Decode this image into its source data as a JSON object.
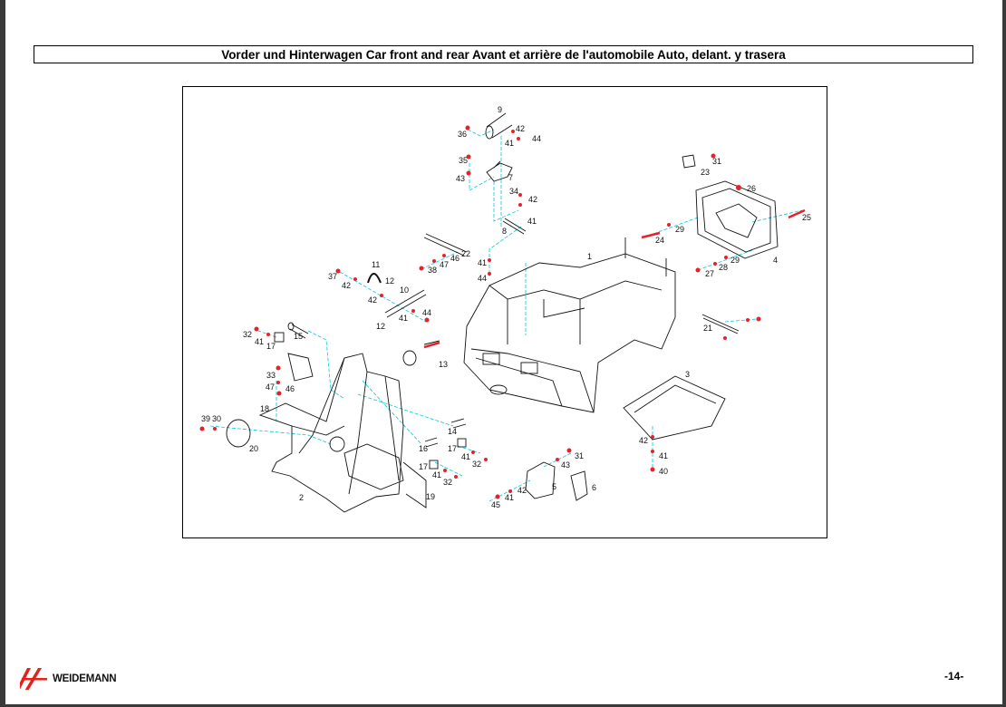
{
  "header": {
    "title": "Vorder und Hinterwagen Car front and rear Avant et arrière de l'automobile Auto, delant. y trasera"
  },
  "diagram": {
    "callouts": [
      "9",
      "36",
      "42",
      "41",
      "44",
      "35",
      "7",
      "43",
      "34",
      "42",
      "41",
      "8",
      "31",
      "23",
      "26",
      "25",
      "29",
      "24",
      "1",
      "22",
      "46",
      "47",
      "38",
      "41",
      "44",
      "29",
      "28",
      "27",
      "4",
      "11",
      "12",
      "37",
      "42",
      "10",
      "42",
      "44",
      "41",
      "12",
      "21",
      "32",
      "41",
      "17",
      "15",
      "13",
      "33",
      "47",
      "46",
      "3",
      "18",
      "39",
      "30",
      "20",
      "14",
      "16",
      "17",
      "41",
      "32",
      "42",
      "41",
      "40",
      "31",
      "43",
      "17",
      "41",
      "32",
      "2",
      "19",
      "5",
      "6",
      "42",
      "41",
      "45"
    ]
  },
  "footer": {
    "brand": "WEIDEMANN",
    "page_number": "-14-"
  },
  "colors": {
    "leader_line": "#00c8e0",
    "fastener": "#e8202a",
    "callout_tick": "#22bb22",
    "logo_red": "#e2231a"
  }
}
